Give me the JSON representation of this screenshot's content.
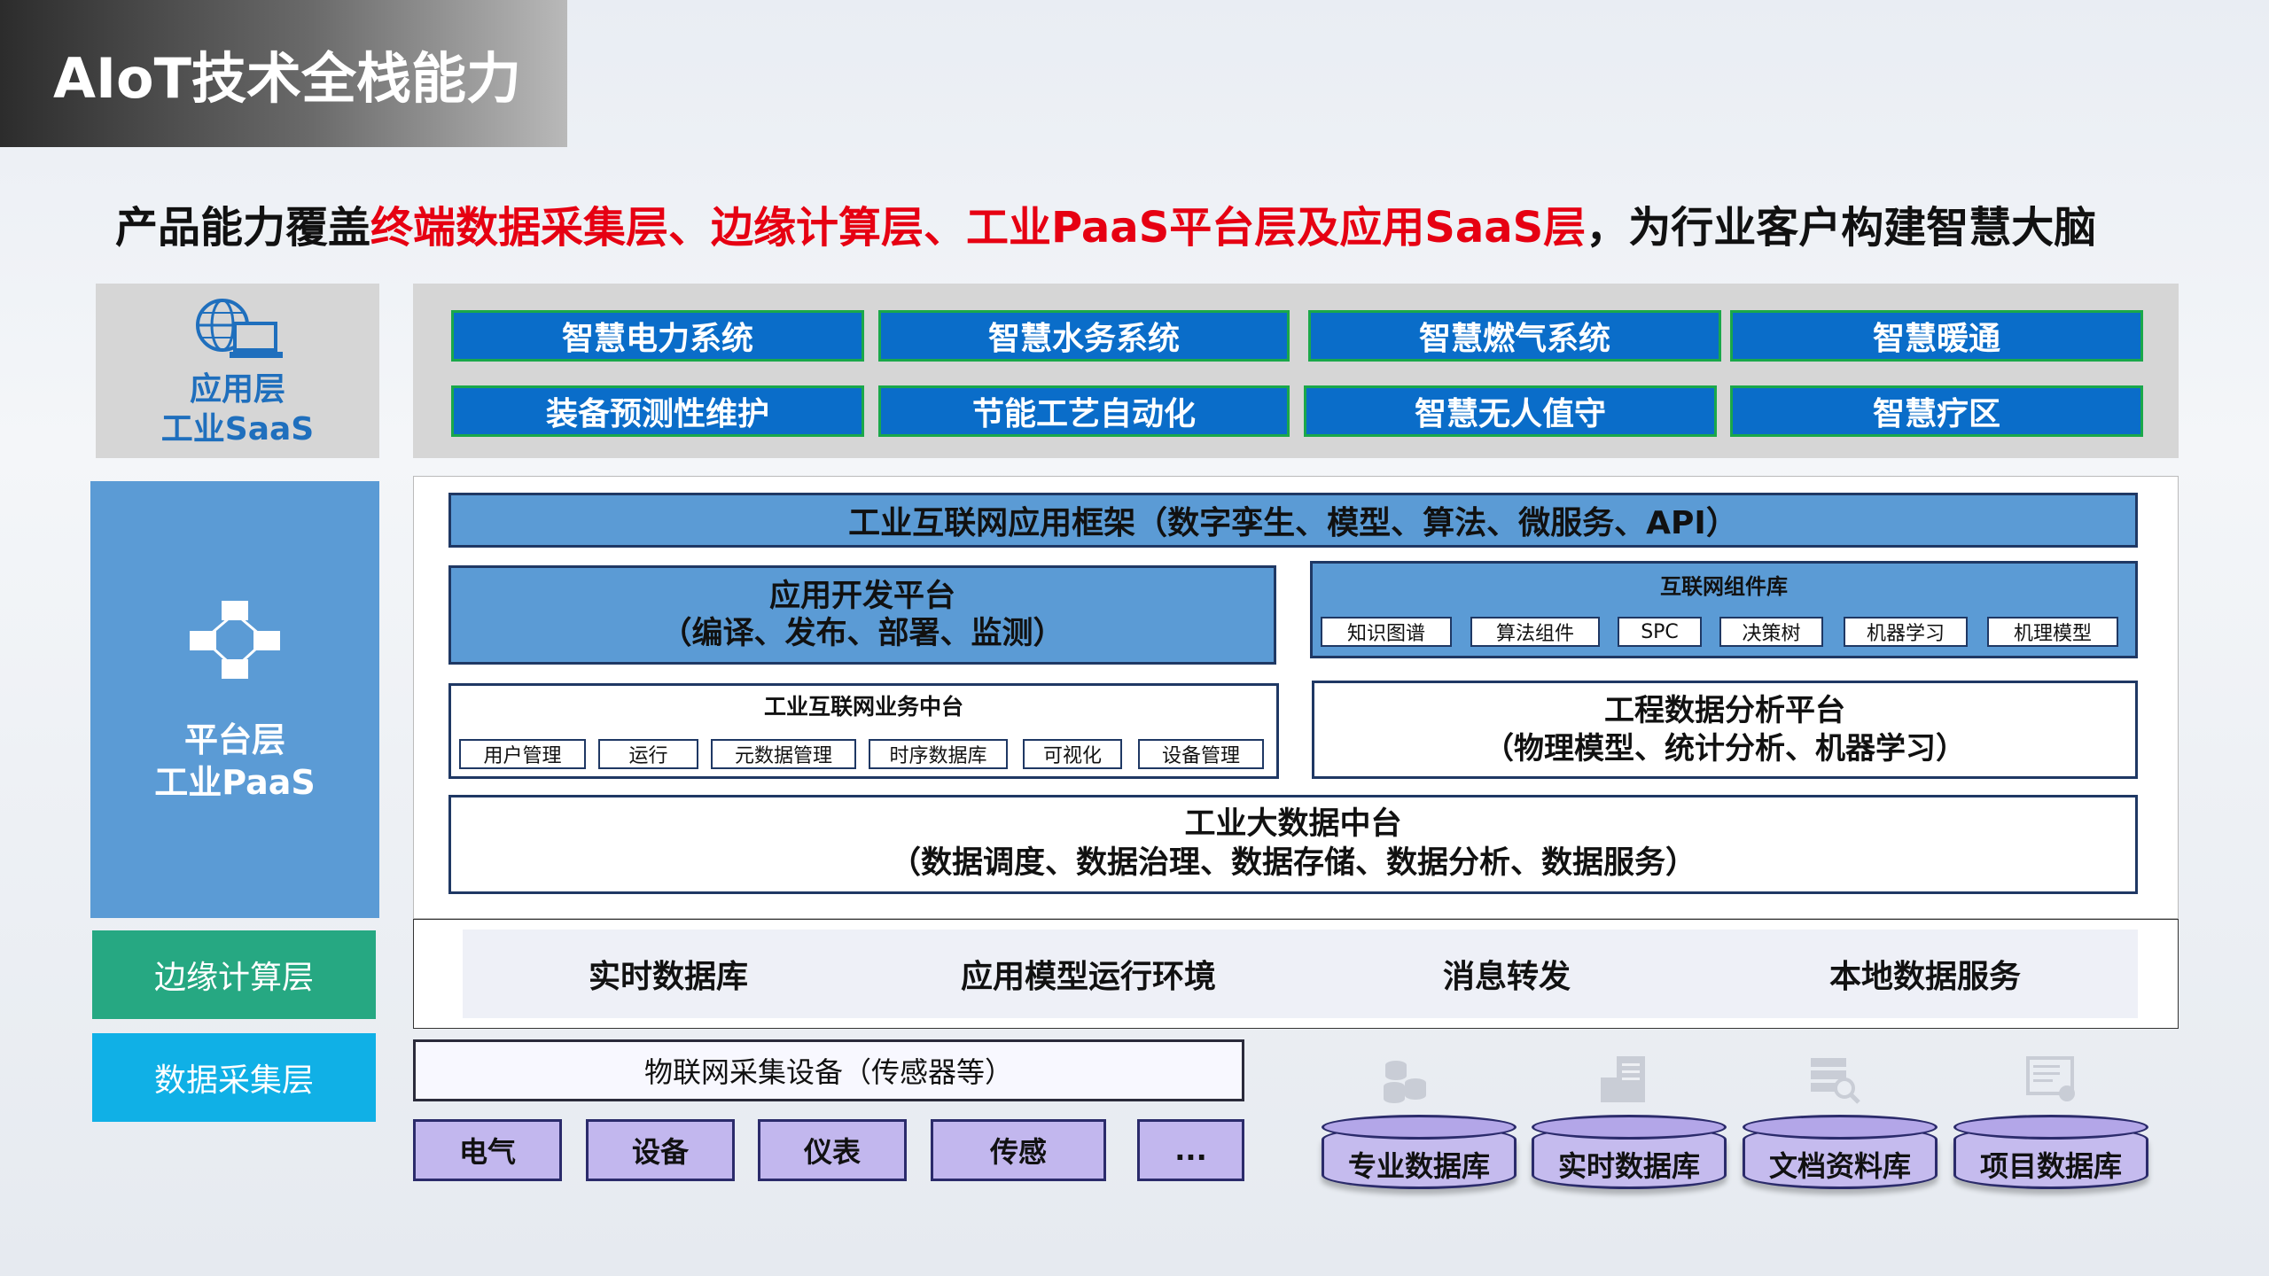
{
  "title": "AIoT技术全栈能力",
  "subtitle": {
    "part1": "产品能力覆盖",
    "part2": "终端数据采集层、边缘计算层、工业PaaS平台层及应用SaaS层",
    "part3": "，为行业客户构建智慧大脑"
  },
  "layers": {
    "saas": {
      "line1": "应用层",
      "line2": "工业SaaS",
      "icon": "globe-computer-icon"
    },
    "paas": {
      "line1": "平台层",
      "line2": "工业PaaS",
      "icon": "network-icon"
    },
    "edge": "边缘计算层",
    "collect": "数据采集层"
  },
  "saas_systems": [
    "智慧电力系统",
    "智慧水务系统",
    "智慧燃气系统",
    "智慧暖通",
    "装备预测性维护",
    "节能工艺自动化",
    "智慧无人值守",
    "智慧疗区"
  ],
  "paas": {
    "framework": "工业互联网应用框架（数字孪生、模型、算法、微服务、API）",
    "app_dev": {
      "line1": "应用开发平台",
      "line2": "（编译、发布、部署、监测）"
    },
    "component_lib": {
      "title": "互联网组件库",
      "items": [
        "知识图谱",
        "算法组件",
        "SPC",
        "决策树",
        "机器学习",
        "机理模型"
      ]
    },
    "business_center": {
      "title": "工业互联网业务中台",
      "items": [
        "用户管理",
        "运行",
        "元数据管理",
        "时序数据库",
        "可视化",
        "设备管理"
      ]
    },
    "engineering": {
      "line1": "工程数据分析平台",
      "line2": "（物理模型、统计分析、机器学习）"
    },
    "bigdata": {
      "line1": "工业大数据中台",
      "line2": "（数据调度、数据治理、数据存储、数据分析、数据服务）"
    }
  },
  "edge_items": [
    "实时数据库",
    "应用模型运行环境",
    "消息转发",
    "本地数据服务"
  ],
  "collection": {
    "iot_devices": "物联网采集设备（传感器等）",
    "items": [
      "电气",
      "设备",
      "仪表",
      "传感",
      "..."
    ]
  },
  "databases": [
    {
      "label": "专业数据库",
      "icon": "database-stack-icon"
    },
    {
      "label": "实时数据库",
      "icon": "server-icon"
    },
    {
      "label": "文档资料库",
      "icon": "document-search-icon"
    },
    {
      "label": "项目数据库",
      "icon": "project-data-icon"
    }
  ],
  "colors": {
    "red": "#e60012",
    "saas_blue": "#0a6dc9",
    "paas_blue": "#5b9bd5",
    "edge_green": "#26a882",
    "collect_cyan": "#10b0e6",
    "purple": "#c2b7ee"
  }
}
